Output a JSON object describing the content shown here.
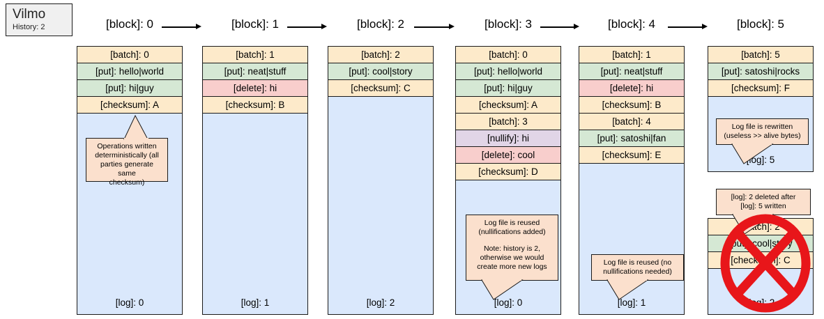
{
  "title_card": {
    "app_name": "Vilmo",
    "subtitle": "History: 2"
  },
  "blocks": [
    {
      "header": "[block]: 0",
      "log_label": "[log]: 0",
      "rows": [
        {
          "text": "[batch]: 0",
          "kind": "cream"
        },
        {
          "text": "[put]: hello|world",
          "kind": "green"
        },
        {
          "text": "[put]: hi|guy",
          "kind": "green"
        },
        {
          "text": "[checksum]: A",
          "kind": "cream"
        }
      ]
    },
    {
      "header": "[block]: 1",
      "log_label": "[log]: 1",
      "rows": [
        {
          "text": "[batch]: 1",
          "kind": "cream"
        },
        {
          "text": "[put]: neat|stuff",
          "kind": "green"
        },
        {
          "text": "[delete]: hi",
          "kind": "pink"
        },
        {
          "text": "[checksum]: B",
          "kind": "cream"
        }
      ]
    },
    {
      "header": "[block]: 2",
      "log_label": "[log]: 2",
      "rows": [
        {
          "text": "[batch]: 2",
          "kind": "cream"
        },
        {
          "text": "[put]: cool|story",
          "kind": "green"
        },
        {
          "text": "[checksum]: C",
          "kind": "cream"
        }
      ]
    },
    {
      "header": "[block]: 3",
      "log_label": "[log]: 0",
      "rows": [
        {
          "text": "[batch]: 0",
          "kind": "cream"
        },
        {
          "text": "[put]: hello|world",
          "kind": "green"
        },
        {
          "text": "[put]: hi|guy",
          "kind": "green"
        },
        {
          "text": "[checksum]: A",
          "kind": "cream"
        },
        {
          "text": "[batch]: 3",
          "kind": "cream"
        },
        {
          "text": "[nullify]: hi",
          "kind": "purple"
        },
        {
          "text": "[delete]: cool",
          "kind": "pink"
        },
        {
          "text": "[checksum]: D",
          "kind": "cream"
        }
      ]
    },
    {
      "header": "[block]: 4",
      "log_label": "[log]: 1",
      "rows": [
        {
          "text": "[batch]: 1",
          "kind": "cream"
        },
        {
          "text": "[put]: neat|stuff",
          "kind": "green"
        },
        {
          "text": "[delete]: hi",
          "kind": "pink"
        },
        {
          "text": "[checksum]: B",
          "kind": "cream"
        },
        {
          "text": "[batch]: 4",
          "kind": "cream"
        },
        {
          "text": "[put]: satoshi|fan",
          "kind": "green"
        },
        {
          "text": "[checksum]: E",
          "kind": "cream"
        }
      ]
    },
    {
      "header": "[block]: 5",
      "log_label": "[log]: 5",
      "rows": [
        {
          "text": "[batch]: 5",
          "kind": "cream"
        },
        {
          "text": "[put]: satoshi|rocks",
          "kind": "green"
        },
        {
          "text": "[checksum]: F",
          "kind": "cream"
        }
      ]
    }
  ],
  "deleted_block": {
    "log_label": "[log]: 2",
    "rows": [
      {
        "text": "[batch]: 2",
        "kind": "cream"
      },
      {
        "text": "[put]: cool|story",
        "kind": "green"
      },
      {
        "text": "[checksum]: C",
        "kind": "cream"
      }
    ]
  },
  "callouts": {
    "block0": {
      "line1": "Operations written",
      "line2": "deterministically (all",
      "line3": "parties generate same",
      "line4": "checksum)"
    },
    "block3": {
      "line1": "Log file is reused",
      "line2": "(nullifications added)",
      "line3": "Note: history is 2,",
      "line4": "otherwise we would",
      "line5": "create more new logs"
    },
    "block4": {
      "line1": "Log file is reused (no",
      "line2": "nullifications needed)"
    },
    "block5_rewrite": {
      "line1": "Log file is rewritten",
      "line2": "(useless >> alive bytes)"
    },
    "block5_deleted": {
      "line1": "[log]: 2 deleted after",
      "line2": "[log]: 5 written"
    }
  },
  "colors": {
    "cream": "#fdeaca",
    "green": "#d5e8d4",
    "pink": "#f8cecc",
    "purple": "#e1d5e7",
    "blue": "#dae8fc",
    "callout": "#fbe0cd",
    "crossout_red": "#e8161a",
    "stroke": "#1a1a1a"
  }
}
